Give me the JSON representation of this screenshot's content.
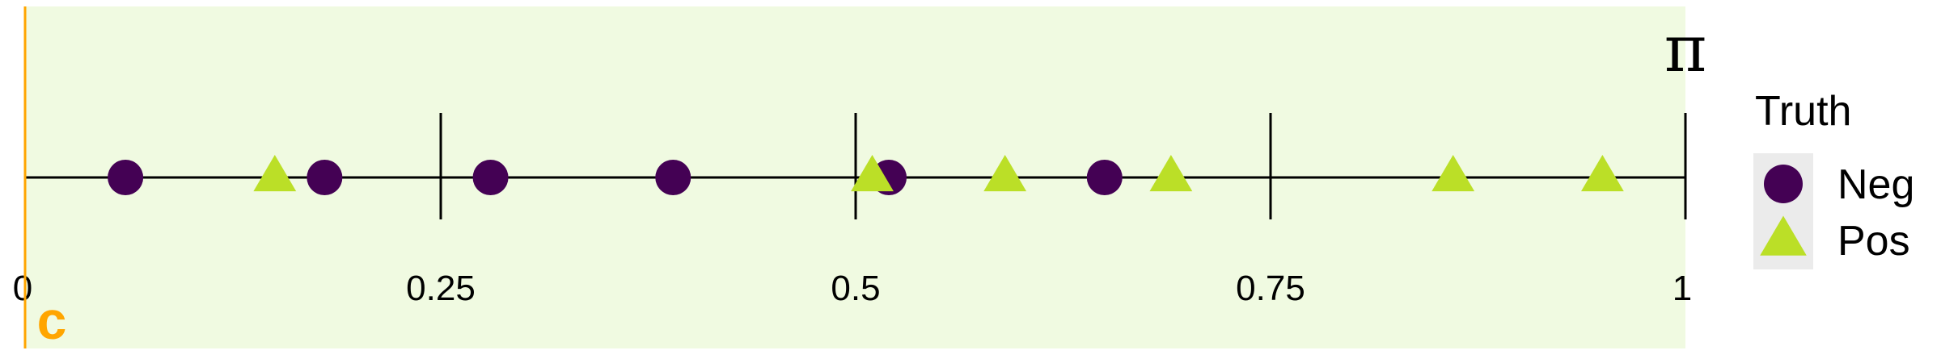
{
  "chart_data": {
    "type": "scatter",
    "xlim": [
      0,
      1
    ],
    "x_ticks": [
      {
        "value": 0,
        "label": "0"
      },
      {
        "value": 0.25,
        "label": "0.25"
      },
      {
        "value": 0.5,
        "label": "0.5"
      },
      {
        "value": 0.75,
        "label": "0.75"
      },
      {
        "value": 1,
        "label": "1"
      }
    ],
    "axis_end_label": "π",
    "threshold": {
      "value": 0,
      "label": "c",
      "color": "#FFA500"
    },
    "legend": {
      "title": "Truth",
      "placement": "right"
    },
    "series": [
      {
        "name": "Neg",
        "shape": "circle",
        "color": "#440154",
        "x": [
          0.06,
          0.18,
          0.28,
          0.39,
          0.52,
          0.65
        ]
      },
      {
        "name": "Pos",
        "shape": "triangle",
        "color": "#BBDF27",
        "x": [
          0.15,
          0.51,
          0.59,
          0.69,
          0.86,
          0.95
        ]
      }
    ],
    "background_color": "#F0FAE1",
    "grid": false
  }
}
